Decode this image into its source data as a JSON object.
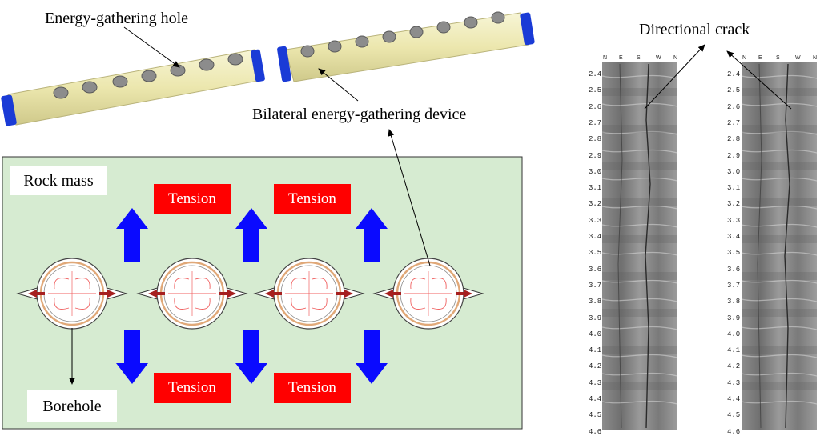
{
  "device_labels": {
    "hole": "Energy-gathering hole",
    "device": "Bilateral energy-gathering device"
  },
  "rock_panel": {
    "rock_mass_label": "Rock mass",
    "borehole_label": "Borehole",
    "tension_top": [
      "Tension",
      "Tension"
    ],
    "tension_bottom": [
      "Tension",
      "Tension"
    ]
  },
  "core_logs": {
    "title": "Directional crack",
    "compass": [
      "N",
      "E",
      "S",
      "W",
      "N"
    ],
    "depths": [
      "2.4",
      "2.5",
      "2.6",
      "2.7",
      "2.8",
      "2.9",
      "3.0",
      "3.1",
      "3.2",
      "3.3",
      "3.4",
      "3.5",
      "3.6",
      "3.7",
      "3.8",
      "3.9",
      "4.0",
      "4.1",
      "4.2",
      "4.3",
      "4.4",
      "4.5",
      "4.6"
    ]
  },
  "colors": {
    "panel_bg": "#d6ebd1",
    "tension_red": "#ff0000",
    "arrow_blue": "#0a0aff",
    "tube_body": "#eeeab4",
    "tube_cap": "#1a3bd6",
    "core_gray": "#8a8a8a"
  }
}
